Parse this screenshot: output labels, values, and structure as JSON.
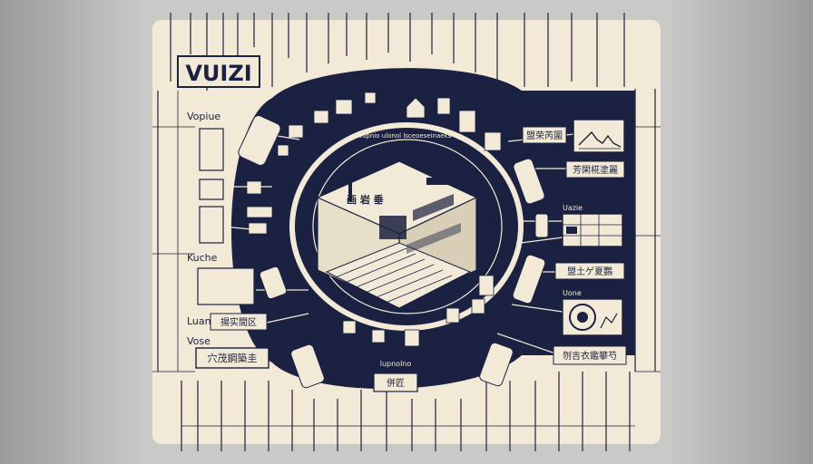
{
  "brand": {
    "logo_text": "VUIZI",
    "accent": "#1b2140",
    "paper": "#f2ead6"
  },
  "left_labels": {
    "vopiue": "Vopiue",
    "kuche": "Kuche",
    "luan": "Luan",
    "vose": "Vose"
  },
  "left_boxes": {
    "luan_box": "揚实間区",
    "vose_box": "穴茂鋼築圭"
  },
  "ring_labels": {
    "top_arc": "Vupnio   ulonol  lsceoeseinaeks",
    "bottom": "lupnolno",
    "bottom_box": "併匠"
  },
  "right_labels": {
    "top_box": "盟荣芮圍",
    "second_box": "芳閑椛塗麗",
    "uazie": "Uazie",
    "third_box": "盟土ゲ夏鸚",
    "uone": "Uone",
    "bottom_box": "刎吉衣鑑攀芍"
  },
  "room_label": "画 岩 垂",
  "icons": {
    "line_chart": "line-chart-icon",
    "grid_table": "grid-table-icon",
    "gauge": "circle-gauge-icon"
  }
}
